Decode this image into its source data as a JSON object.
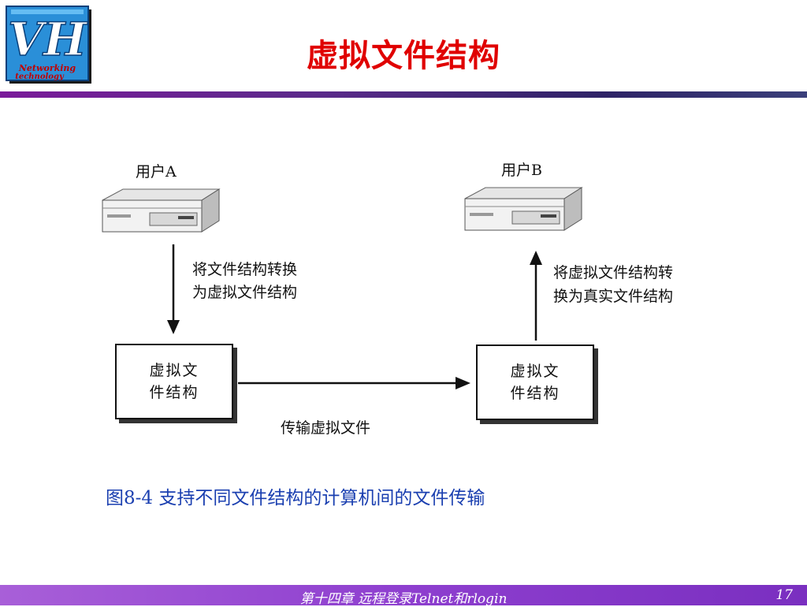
{
  "slide": {
    "title": "虚拟文件结构",
    "logo": {
      "letters": "VH",
      "line1": "Networking",
      "line2": "technology"
    },
    "footer": "第十四章   远程登录Telnet和rlogin",
    "page": "17"
  },
  "diagram": {
    "user_a": "用户A",
    "user_b": "用户B",
    "left_note_1": "将文件结构转换",
    "left_note_2": "为虚拟文件结构",
    "right_note_1": "将虚拟文件结构转",
    "right_note_2": "换为真实文件结构",
    "left_box_1": "虚拟文",
    "left_box_2": "件结构",
    "right_box_1": "虚拟文",
    "right_box_2": "件结构",
    "transfer_label": "传输虚拟文件",
    "caption": "图8-4   支持不同文件结构的计算机间的文件传输"
  },
  "colors": {
    "title": "#e00000",
    "caption": "#1a3fb0",
    "footer_bg": "#8e3fcf",
    "rule": "#4a2a7a"
  },
  "icons": [
    "computer-icon",
    "arrow-down-icon",
    "arrow-up-icon",
    "arrow-right-icon"
  ]
}
